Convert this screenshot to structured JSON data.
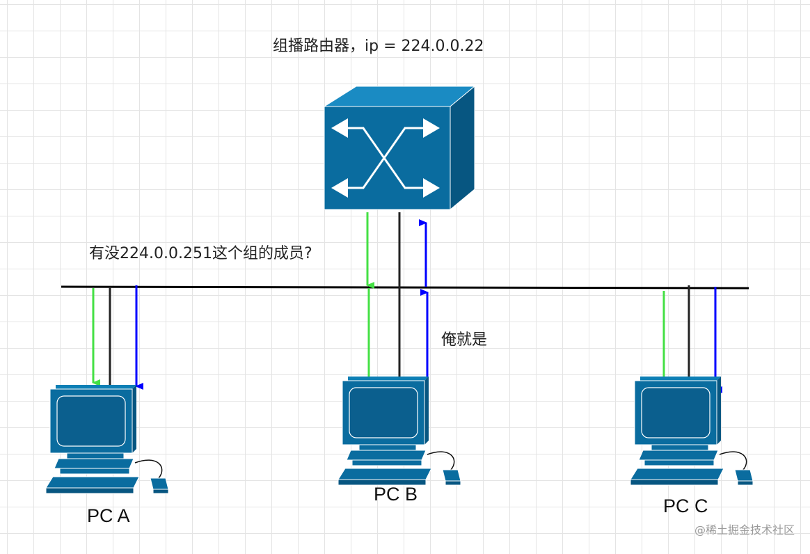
{
  "labels": {
    "router": "组播路由器，ip = 224.0.0.22",
    "question": "有没224.0.0.251这个组的成员?",
    "answer": "俺就是",
    "pc_a": "PC A",
    "pc_b": "PC B",
    "pc_c": "PC C",
    "watermark": "@稀土掘金技术社区"
  },
  "colors": {
    "device_fill": "#0a6c9f",
    "device_dark": "#075681",
    "bus_line": "#000000",
    "query_arrow": "#44e044",
    "report_arrow": "#0000ff",
    "link_line": "#222222"
  },
  "icons": [
    "multicast-router-icon",
    "pc-a-icon",
    "pc-b-icon",
    "pc-c-icon"
  ]
}
